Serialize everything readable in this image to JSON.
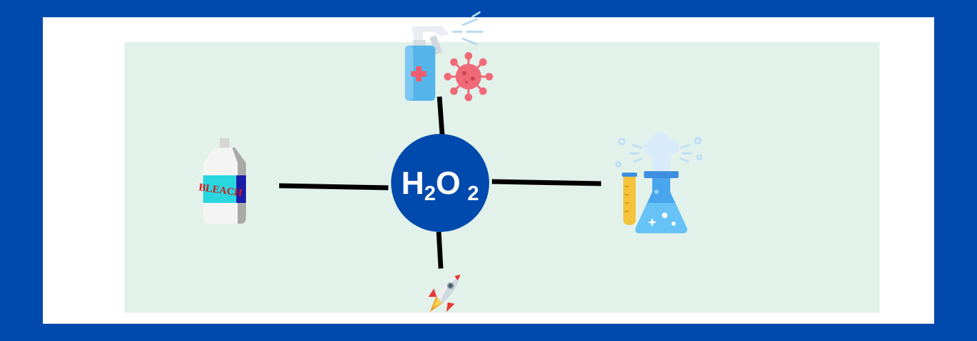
{
  "center": {
    "formula_part1": "H",
    "formula_sub1": "2",
    "formula_part2": "O",
    "formula_sub2": "2"
  },
  "nodes": [
    {
      "name": "disinfectant-spray",
      "icon": "spray-bottle-virus-icon"
    },
    {
      "name": "bleach-bottle",
      "icon": "bleach-bottle-icon",
      "label": "BLEACH"
    },
    {
      "name": "chemistry-lab",
      "icon": "lab-flask-test-tube-icon"
    },
    {
      "name": "rocket",
      "icon": "rocket-icon"
    }
  ],
  "colors": {
    "border": "#004aad",
    "panel": "#e2f1ea",
    "circle": "#004aad",
    "connector": "#000000"
  }
}
